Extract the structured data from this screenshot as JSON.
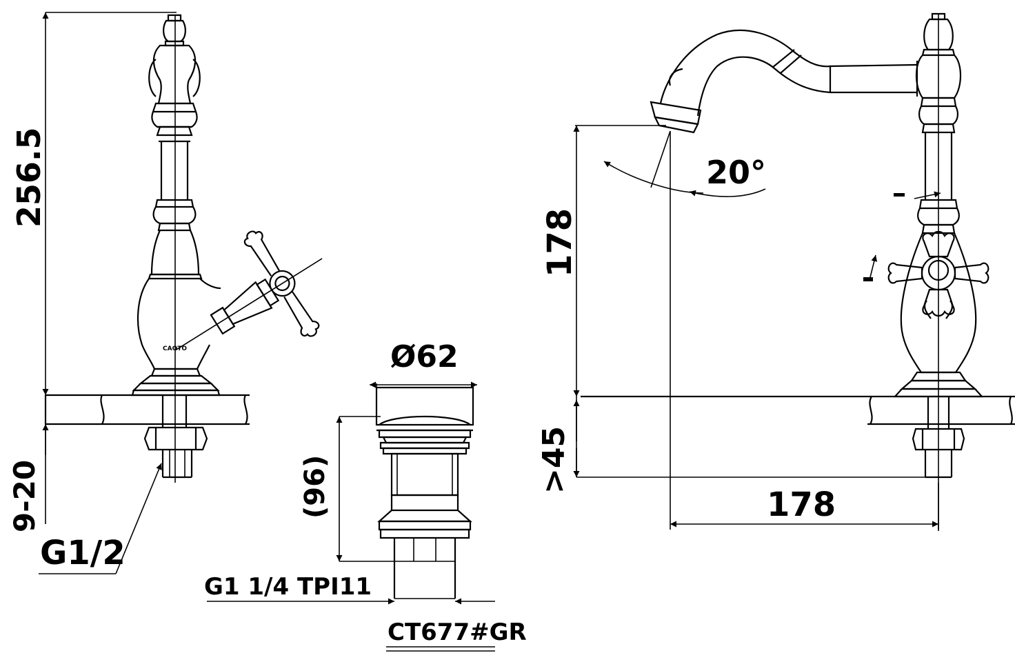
{
  "dimensions": {
    "overall_height": "256.5",
    "thread_range": "9-20",
    "inlet_thread": "G1/2",
    "drain_diameter": "Ø62",
    "drain_height": "(96)",
    "drain_thread": "G1 1/4 TPI11",
    "spout_height": "178",
    "counter_thickness": ">45",
    "spout_angle": "20°",
    "spout_reach": "178"
  },
  "model_code": "CT677#GR",
  "logo_text": "CAOTO"
}
